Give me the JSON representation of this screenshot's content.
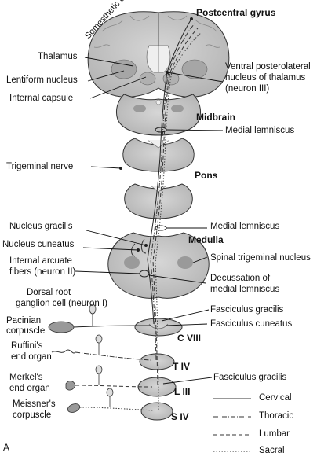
{
  "figure_letter": "A",
  "labels": {
    "somesthetic_cortex": "Somesthetic cortex",
    "postcentral_gyrus": "Postcentral gyrus",
    "thalamus": "Thalamus",
    "lentiform_nucleus": "Lentiform nucleus",
    "internal_capsule": "Internal capsule",
    "vpl_line1": "Ventral posterolateral",
    "vpl_line2": "nucleus of thalamus",
    "vpl_line3": "(neuron III)",
    "midbrain": "Midbrain",
    "medial_lemniscus_1": "Medial lemniscus",
    "trigeminal_nerve": "Trigeminal nerve",
    "pons": "Pons",
    "nucleus_gracilis": "Nucleus gracilis",
    "medial_lemniscus_2": "Medial lemniscus",
    "nucleus_cuneatus": "Nucleus cuneatus",
    "medulla": "Medulla",
    "internal_arcuate_1": "Internal arcuate",
    "internal_arcuate_2": "fibers (neuron II)",
    "spinal_trigeminal": "Spinal trigeminal nucleus",
    "decussation_1": "Decussation of",
    "decussation_2": "medial lemniscus",
    "dorsal_root_1": "Dorsal root",
    "dorsal_root_2": "ganglion cell (neuron I)",
    "fasciculus_gracilis_1": "Fasciculus gracilis",
    "pacinian_1": "Pacinian",
    "pacinian_2": "corpuscle",
    "fasciculus_cuneatus": "Fasciculus cuneatus",
    "c_viii": "C VIII",
    "ruffini_1": "Ruffini's",
    "ruffini_2": "end organ",
    "t_iv": "T IV",
    "fasciculus_gracilis_2": "Fasciculus gracilis",
    "merkel_1": "Merkel's",
    "merkel_2": "end organ",
    "l_iii": "L III",
    "meissner_1": "Meissner's",
    "meissner_2": "corpuscle",
    "s_iv": "S IV"
  },
  "legend": [
    {
      "label": "Cervical",
      "style": "solid"
    },
    {
      "label": "Thoracic",
      "style": "dashdot"
    },
    {
      "label": "Lumbar",
      "style": "dashed"
    },
    {
      "label": "Sacral",
      "style": "dotted"
    }
  ],
  "colors": {
    "section_fill": "#c8c8c8",
    "section_dark": "#9a9a9a",
    "line": "#222222",
    "tract": "#555555"
  }
}
